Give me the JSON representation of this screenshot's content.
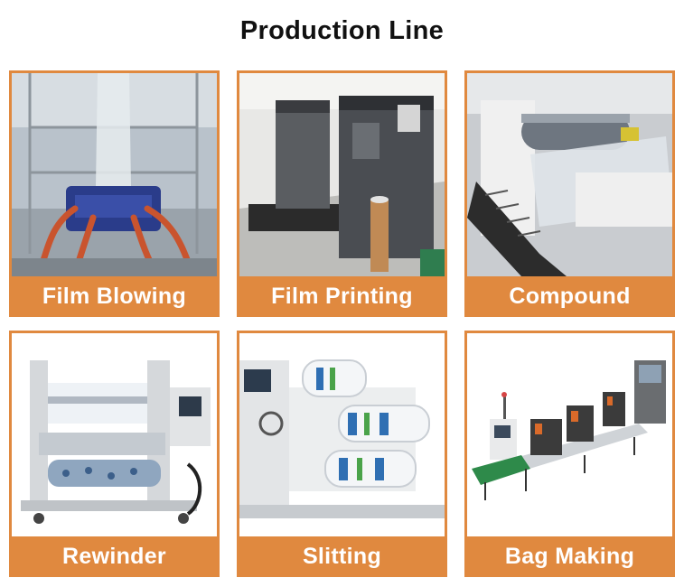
{
  "title": "Production Line",
  "cards": [
    {
      "label": "Film Blowing"
    },
    {
      "label": "Film Printing"
    },
    {
      "label": "Compound"
    },
    {
      "label": "Rewinder"
    },
    {
      "label": "Slitting"
    },
    {
      "label": "Bag Making"
    }
  ],
  "colors": {
    "frame": "#e0893f",
    "label_text": "#ffffff",
    "title_text": "#111111"
  }
}
